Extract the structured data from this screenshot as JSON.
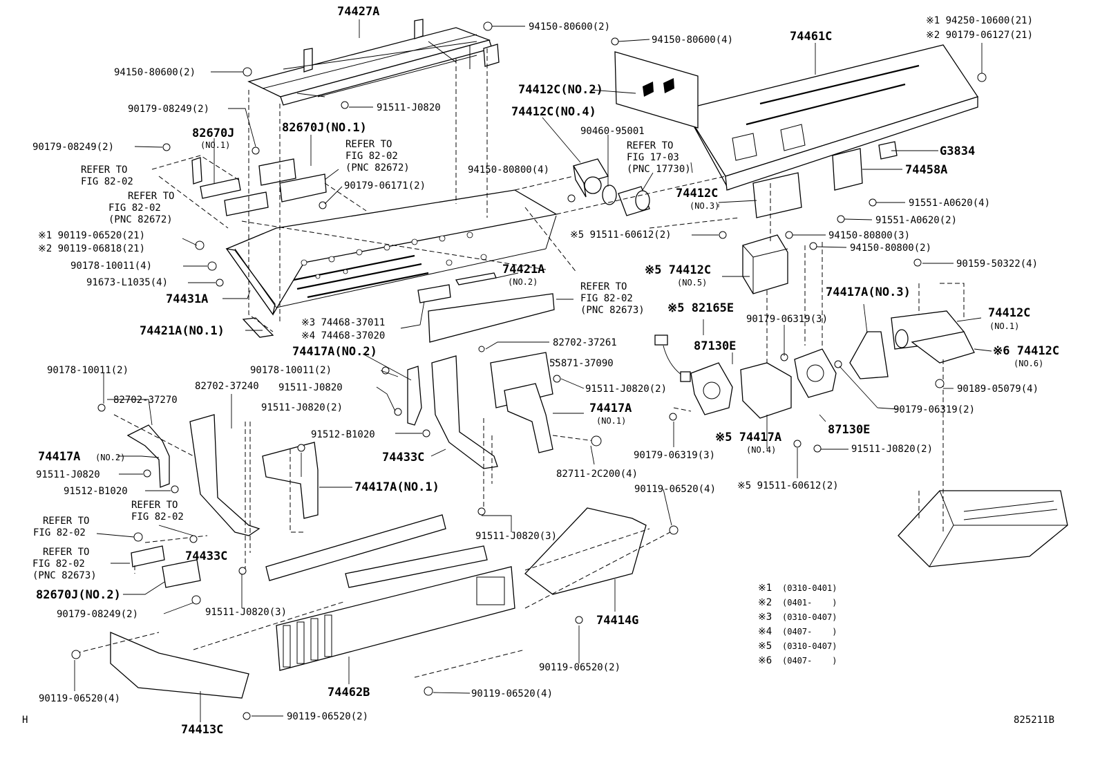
{
  "diagram": {
    "diagram_number": "825211B",
    "corner_mark": "H",
    "labels": [
      "74427A",
      "94150-80600(2)",
      "94150-80600(2)",
      "94150-80600(4)",
      "74461C",
      "※1 94250-10600(21)",
      "※2 90179-06127(21)",
      "90179-08249(2)",
      "91511-J0820",
      "74412C(NO.2)",
      "74412C(NO.4)",
      "90460-95001",
      "REFER TO",
      "FIG 17-03",
      "(PNC 17730)",
      "82670J",
      "(NO.1)",
      "82670J(NO.1)",
      "90179-08249(2)",
      "REFER TO",
      "FIG 82-02",
      "(PNC 82672)",
      "REFER TO",
      "FIG 82-02",
      "90179-06171(2)",
      "REFER TO",
      "FIG 82-02",
      "(PNC 82672)",
      "94150-80800(4)",
      "74412C",
      "(NO.3)",
      "G3834",
      "74458A",
      "91551-A0620(4)",
      "91551-A0620(2)",
      "※1 90119-06520(21)",
      "※2 90119-06818(21)",
      "90178-10011(4)",
      "91673-L1035(4)",
      "74431A",
      "74421A",
      "(NO.2)",
      "74421A(NO.1)",
      "※5 91511-60612(2)",
      "94150-80800(3)",
      "94150-80800(2)",
      "※5 74412C",
      "(NO.5)",
      "90159-50322(4)",
      "REFER TO",
      "FIG 82-02",
      "(PNC 82673)",
      "※3 74468-37011",
      "※4 74468-37020",
      "74417A(NO.3)",
      "74412C",
      "(NO.1)",
      "※5 82165E",
      "90179-06319(3)",
      "87130E",
      "82702-37261",
      "※6 74412C",
      "(NO.6)",
      "74417A(NO.2)",
      "55871-37090",
      "90178-10011(2)",
      "90178-10011(2)",
      "91511-J0820(2)",
      "90189-05079(4)",
      "82702-37240",
      "91511-J0820",
      "82702-37270",
      "91511-J0820(2)",
      "74417A",
      "(NO.1)",
      "91512-B1020",
      "74433C",
      "74417A",
      "(NO.2)",
      "※5 74417A",
      "(NO.4)",
      "90179-06319(2)",
      "87130E",
      "91511-J0820",
      "91512-B1020",
      "74417A(NO.1)",
      "82711-2C200(4)",
      "90179-06319(3)",
      "91511-J0820(2)",
      "REFER TO",
      "FIG 82-02",
      "90119-06520(4)",
      "※5 91511-60612(2)",
      "REFER TO",
      "FIG 82-02",
      "REFER TO",
      "FIG 82-02",
      "(PNC 82673)",
      "74433C",
      "91511-J0820(3)",
      "82670J(NO.2)",
      "90179-08249(2)",
      "91511-J0820(3)",
      "74414G",
      "90119-06520(2)",
      "90119-06520(4)",
      "74462B",
      "90119-06520(4)",
      "74413C",
      "90119-06520(2)"
    ],
    "legend": [
      {
        "mark": "※1",
        "range": "(0310-0401)"
      },
      {
        "mark": "※2",
        "range": "(0401-    )"
      },
      {
        "mark": "※3",
        "range": "(0310-0407)"
      },
      {
        "mark": "※4",
        "range": "(0407-    )"
      },
      {
        "mark": "※5",
        "range": "(0310-0407)"
      },
      {
        "mark": "※6",
        "range": "(0407-    )"
      }
    ]
  }
}
